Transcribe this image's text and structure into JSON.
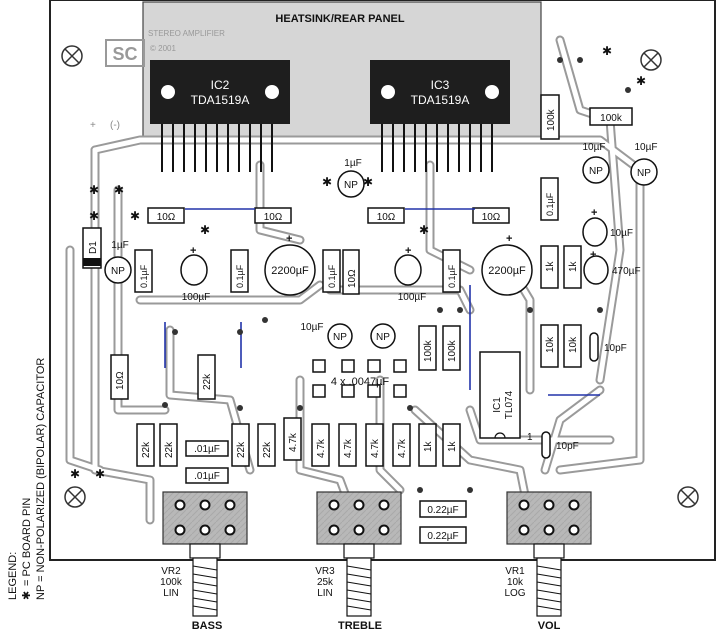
{
  "heatsink": {
    "label": "HEATSINK/REAR PANEL"
  },
  "watermark": {
    "lines": [
      "STEREO AMPLIFIER",
      "© 2001"
    ],
    "logo": "SC"
  },
  "ics": [
    {
      "ref": "IC2",
      "part": "TDA1519A"
    },
    {
      "ref": "IC3",
      "part": "TDA1519A"
    }
  ],
  "ic1": {
    "ref": "IC1",
    "part": "TL074",
    "pin": "1"
  },
  "diode": {
    "ref": "D1"
  },
  "resistors": {
    "r_100k_vert": "100k",
    "r_100k_horiz": "100k",
    "r_10ohm_a": "10Ω",
    "r_10ohm_b": "10Ω",
    "r_10ohm_c": "10Ω",
    "r_10ohm_d": "10Ω",
    "r_10ohm_center": "10Ω",
    "r_10ohm_left": "10Ω",
    "r_22k_mid": "22k",
    "r_22k_a": "22k",
    "r_22k_b": "22k",
    "r_22k_c": "22k",
    "r_22k_d": "22k",
    "r_47k_a": "4.7k",
    "r_47k_b": "4.7k",
    "r_47k_c": "4.7k",
    "r_47k_d": "4.7k",
    "r_47k_e": "4.7k",
    "r_100k_a": "100k",
    "r_100k_b": "100k",
    "r_1k_a": "1k",
    "r_1k_b": "1k",
    "r_1k_c": "1k",
    "r_1k_d": "1k",
    "r_10k_a": "10k",
    "r_10k_b": "10k"
  },
  "capacitors": {
    "np_left_value": "1µF",
    "np_left_tag": "NP",
    "np_center_value": "1µF",
    "np_center_tag": "NP",
    "np_right_a_value": "10µF",
    "np_right_a_tag": "NP",
    "np_right_b_value": "10µF",
    "np_right_b_tag": "NP",
    "np_mid_a_value": "10µF",
    "np_mid_a_tag": "NP",
    "np_mid_b_tag": "NP",
    "c_01_a": "0.1µF",
    "c_01_b": "0.1µF",
    "c_01_c": "0.1µF",
    "c_01_d": "0.1µF",
    "c_01_e": "0.1µF",
    "c_100_a": "100µF",
    "c_100_b": "100µF",
    "c_2200_a": "2200µF",
    "c_2200_b": "2200µF",
    "c_10uf_right": "10µF",
    "c_470": "470µF",
    "c_10pf_a": "10pF",
    "c_10pf_b": "10pF",
    "c_4x0047": "4 x .0047µF",
    "c_01uf_a": ".01µF",
    "c_01uf_b": ".01µF",
    "c_022_a": "0.22µF",
    "c_022_b": "0.22µF"
  },
  "pots": [
    {
      "ref": "VR2",
      "value": "100k",
      "taper": "LIN",
      "name": "BASS"
    },
    {
      "ref": "VR3",
      "value": "25k",
      "taper": "LIN",
      "name": "TREBLE"
    },
    {
      "ref": "VR1",
      "value": "10k",
      "taper": "LOG",
      "name": "VOL"
    }
  ],
  "polarity": {
    "plus": "+",
    "minus": "(-)"
  },
  "legend": {
    "title": "LEGEND:",
    "line1": "= PC BOARD PIN",
    "line2": "NP = NON-POLARIZED (BIPOLAR) CAPACITOR"
  }
}
